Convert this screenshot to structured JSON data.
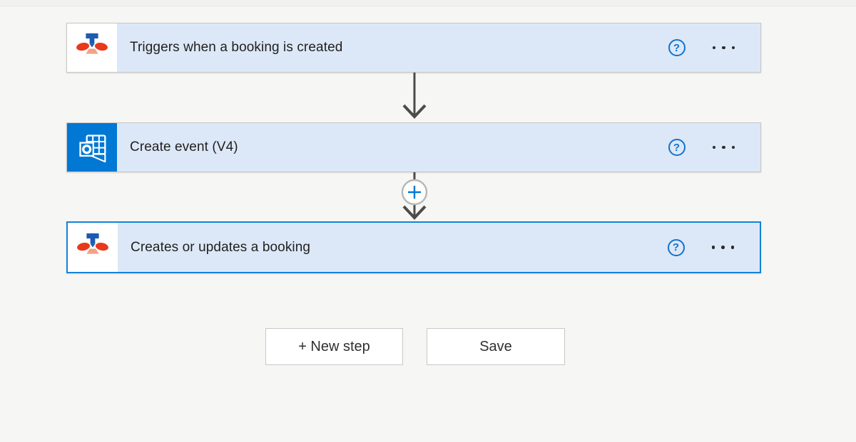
{
  "flow": {
    "steps": [
      {
        "title": "Triggers when a booking is created",
        "app": "bookings",
        "selected": false
      },
      {
        "title": "Create event (V4)",
        "app": "outlook",
        "selected": false
      },
      {
        "title": "Creates or updates a booking",
        "app": "bookings",
        "selected": true
      }
    ],
    "help_glyph": "?",
    "insert_step_icon": "plus",
    "menu_icon": "ellipsis"
  },
  "footer": {
    "new_step_label": "+ New step",
    "save_label": "Save"
  },
  "colors": {
    "card_background": "#dce8f7",
    "selected_border": "#1583d8",
    "accent_blue": "#0078d4",
    "outlook_tile": "#0078d4",
    "arrow_gray": "#4d4b49",
    "page_background": "#f6f6f5",
    "bookings_blue": "#1d5bb0",
    "bookings_red": "#e8391d",
    "bookings_salmon": "#f2a285"
  }
}
